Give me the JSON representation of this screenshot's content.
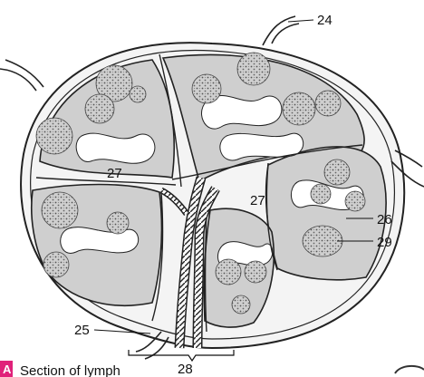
{
  "figure": {
    "callouts": {
      "c24": "24",
      "c25": "25",
      "c26": "26",
      "c27a": "27",
      "c27b": "27",
      "c28": "28",
      "c29": "29"
    },
    "caption": {
      "badge": "A",
      "text": "Section of lymph"
    },
    "colors": {
      "medulla_gray": "#cfcfcf",
      "outline": "#222222",
      "badge_magenta": "#e0217a"
    }
  }
}
